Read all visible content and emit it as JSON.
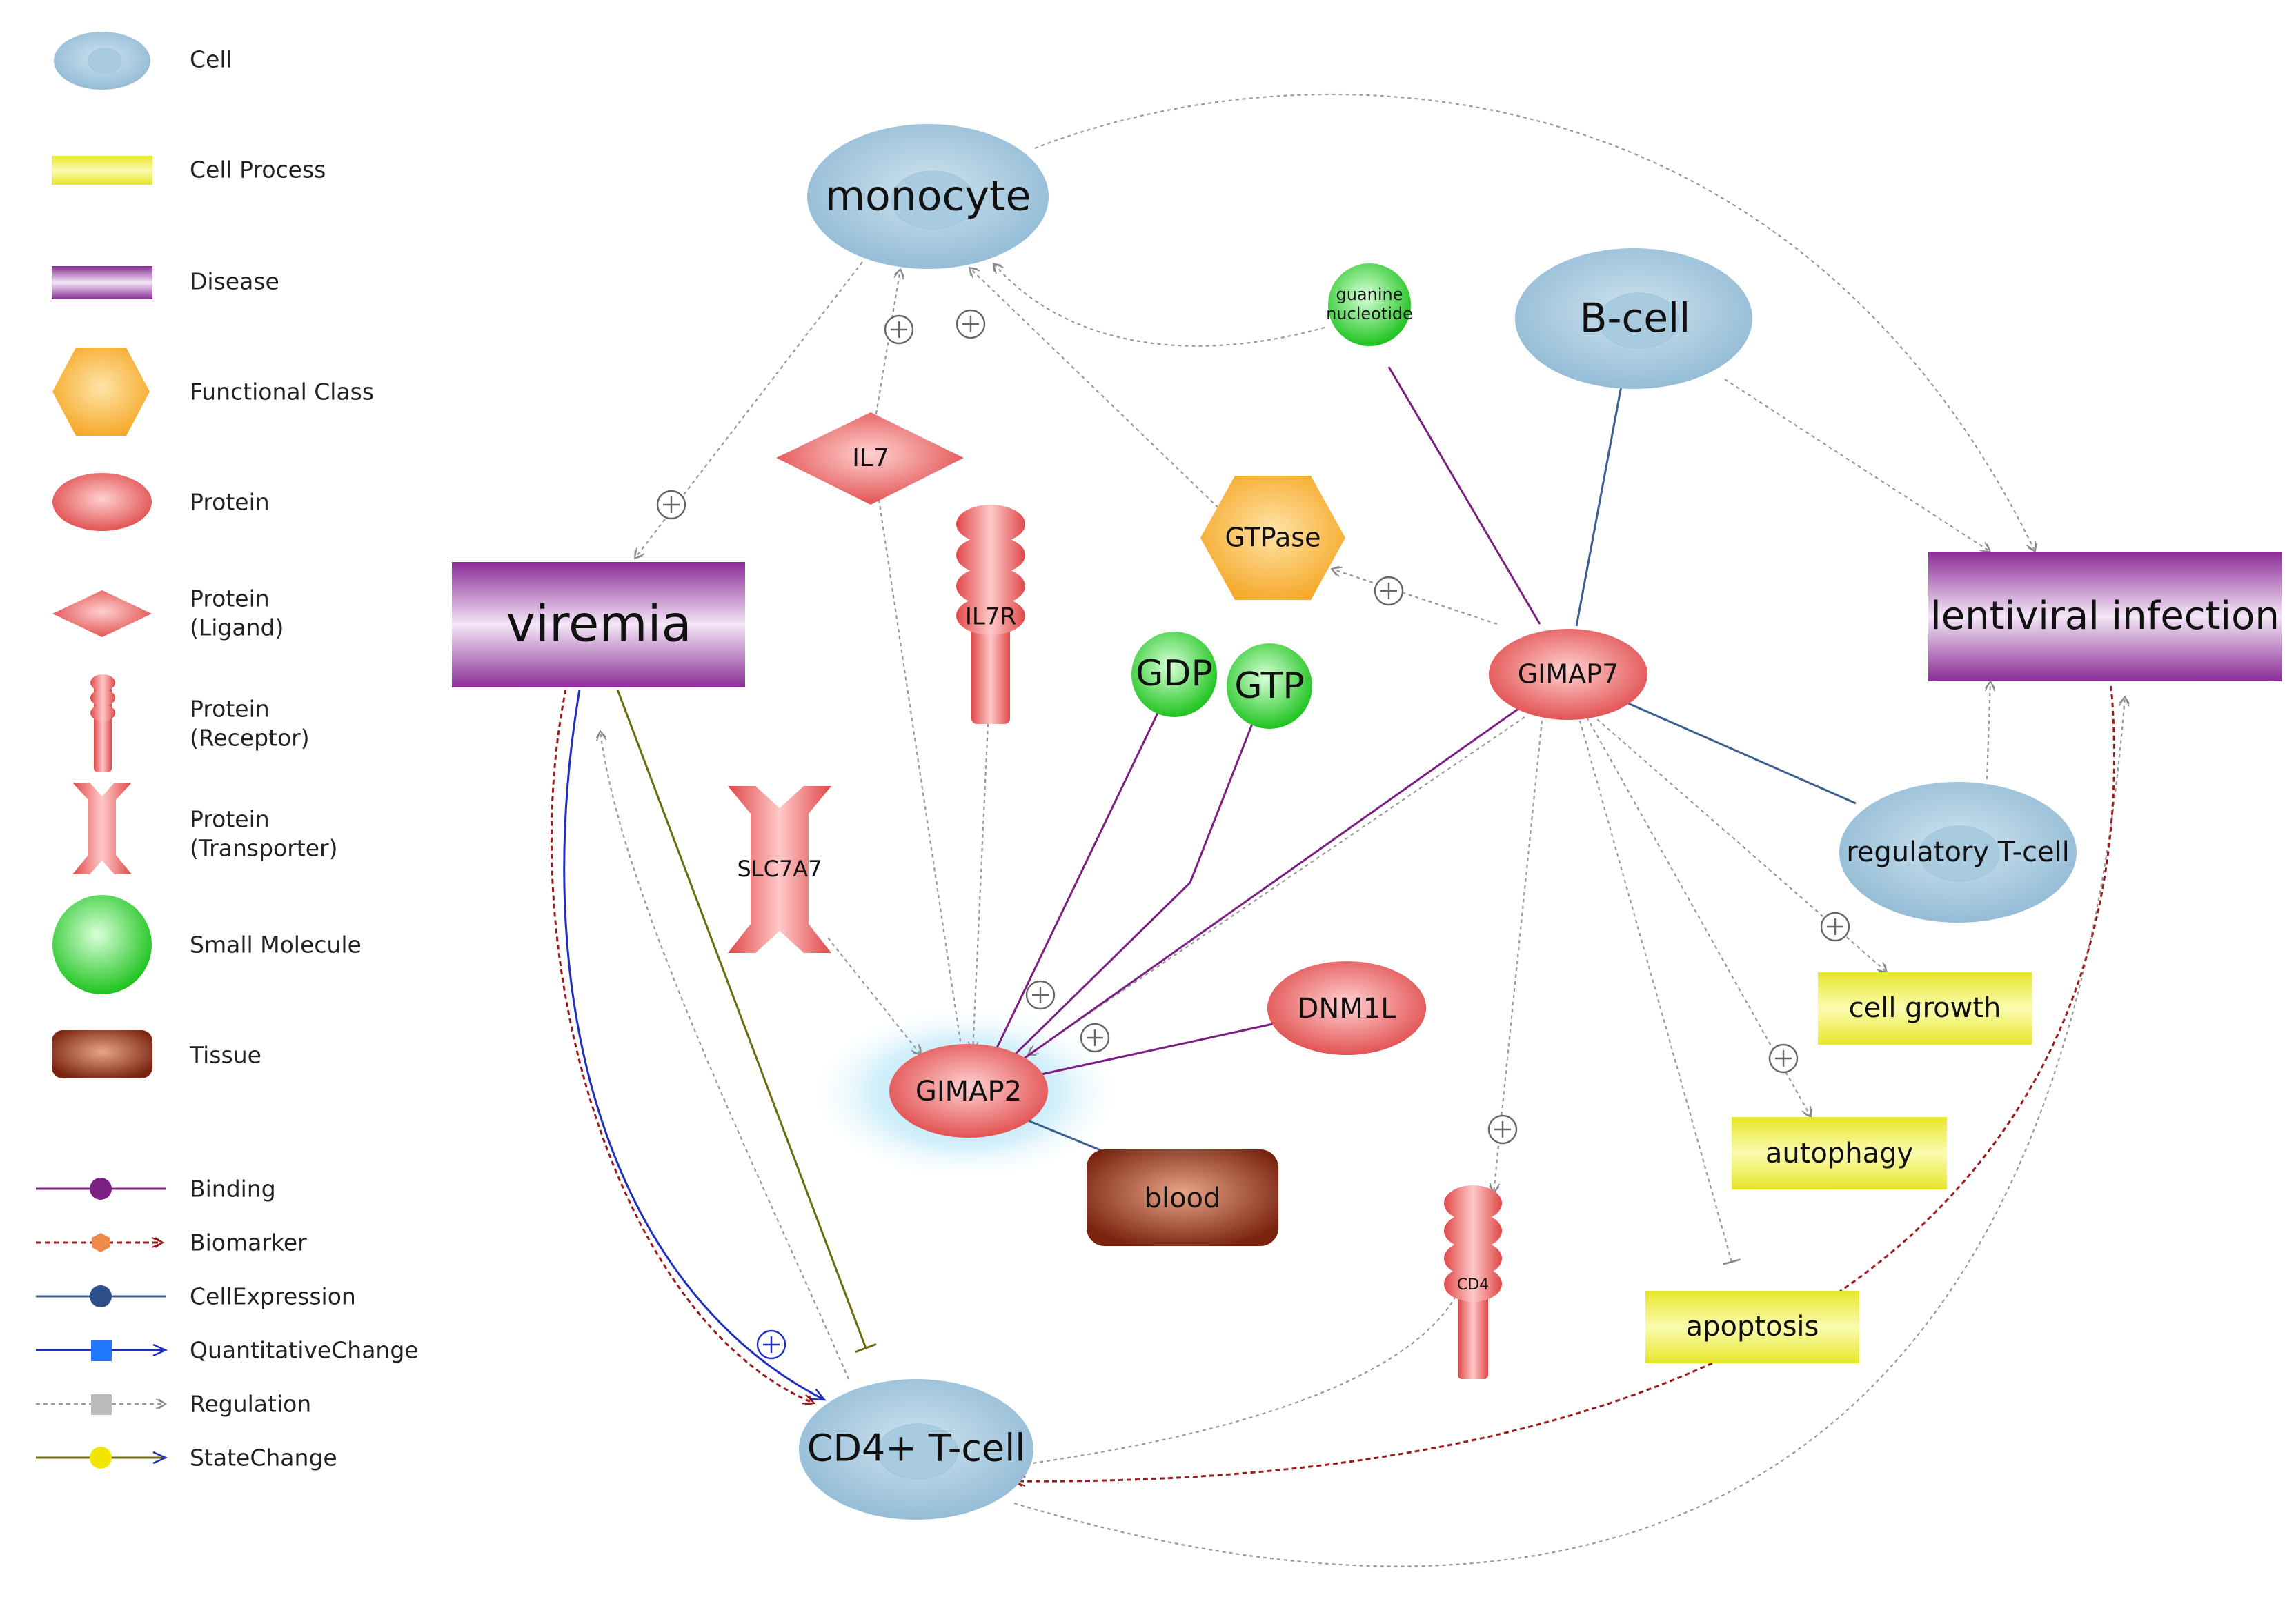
{
  "legend": {
    "nodes": [
      {
        "key": "cell",
        "label": "Cell"
      },
      {
        "key": "cell-process",
        "label": "Cell Process"
      },
      {
        "key": "disease",
        "label": "Disease"
      },
      {
        "key": "functional-class",
        "label": "Functional Class"
      },
      {
        "key": "protein",
        "label": "Protein"
      },
      {
        "key": "protein-ligand",
        "label": "Protein\n(Ligand)"
      },
      {
        "key": "protein-receptor",
        "label": "Protein\n(Receptor)"
      },
      {
        "key": "protein-transporter",
        "label": "Protein\n(Transporter)"
      },
      {
        "key": "small-molecule",
        "label": "Small Molecule"
      },
      {
        "key": "tissue",
        "label": "Tissue"
      }
    ],
    "edges": [
      {
        "key": "binding",
        "label": "Binding"
      },
      {
        "key": "biomarker",
        "label": "Biomarker"
      },
      {
        "key": "cell-expression",
        "label": "CellExpression"
      },
      {
        "key": "quantitative-change",
        "label": "QuantitativeChange"
      },
      {
        "key": "regulation",
        "label": "Regulation"
      },
      {
        "key": "state-change",
        "label": "StateChange"
      }
    ]
  },
  "nodes": {
    "monocyte": "monocyte",
    "guanine_nucleotide": "guanine\nnucleotide",
    "b_cell": "B-cell",
    "il7": "IL7",
    "il7r": "IL7R",
    "gtpase": "GTPase",
    "viremia": "viremia",
    "lentiviral_infection": "lentiviral infection",
    "gdp": "GDP",
    "gtp": "GTP",
    "gimap7": "GIMAP7",
    "slc7a7": "SLC7A7",
    "regulatory_t_cell": "regulatory T-cell",
    "dnm1l": "DNM1L",
    "cell_growth": "cell growth",
    "gimap2": "GIMAP2",
    "blood": "blood",
    "autophagy": "autophagy",
    "cd4": "CD4",
    "apoptosis": "apoptosis",
    "cd4_t_cell": "CD4+ T-cell"
  },
  "colors": {
    "cell": "#8fb9d4",
    "cell_process": "#e6e62a",
    "disease": "#8a2c96",
    "functional_class": "#f5a623",
    "protein": "#e04848",
    "small_molecule": "#22cc22",
    "tissue": "#7a2410",
    "binding": "#7b1f82",
    "biomarker": "#9b1c1c",
    "cell_expression": "#3d5f8f",
    "quantitative_change": "#1f2fbf",
    "regulation": "#999999",
    "state_change": "#6b6b10"
  }
}
